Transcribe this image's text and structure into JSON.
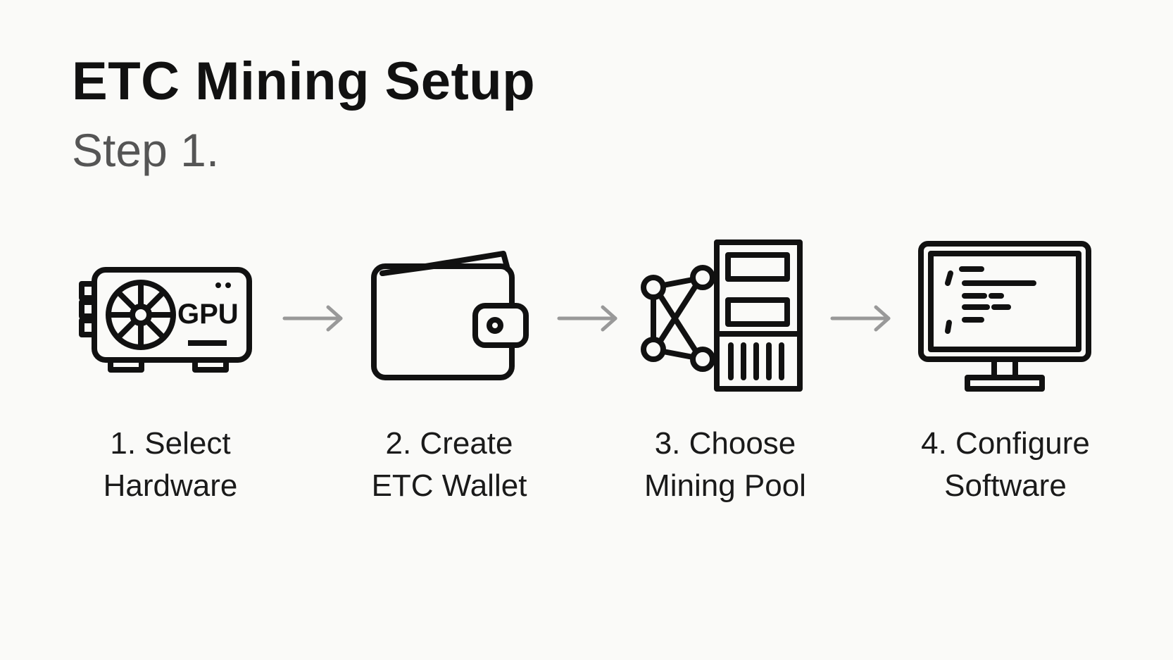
{
  "header": {
    "title": "ETC Mining Setup",
    "subtitle": "Step 1."
  },
  "steps": [
    {
      "line1": "1. Select",
      "line2": "Hardware",
      "icon": "gpu-icon",
      "icon_text": "GPU"
    },
    {
      "line1": "2. Create",
      "line2": "ETC Wallet",
      "icon": "wallet-icon"
    },
    {
      "line1": "3. Choose",
      "line2": "Mining Pool",
      "icon": "network-server-icon"
    },
    {
      "line1": "4. Configure",
      "line2": "Software",
      "icon": "monitor-code-icon"
    }
  ],
  "colors": {
    "ink": "#111111",
    "arrow": "#999999",
    "background": "#fafaf8"
  }
}
